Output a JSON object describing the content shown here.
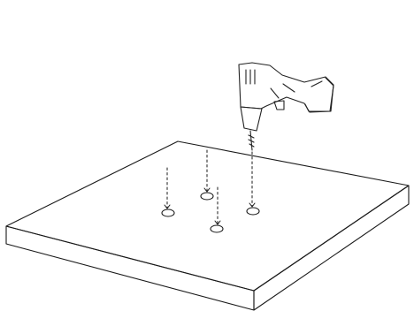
{
  "diagram": {
    "colors": {
      "background": "#ffffff",
      "stroke": "#1a1a1a",
      "drill_outline": "#222222"
    },
    "objects": [
      "board",
      "drill",
      "drill-guides",
      "pilot-holes"
    ],
    "drill_icon": "power-drill-icon",
    "hole_count": 4,
    "guide_count": 4
  }
}
